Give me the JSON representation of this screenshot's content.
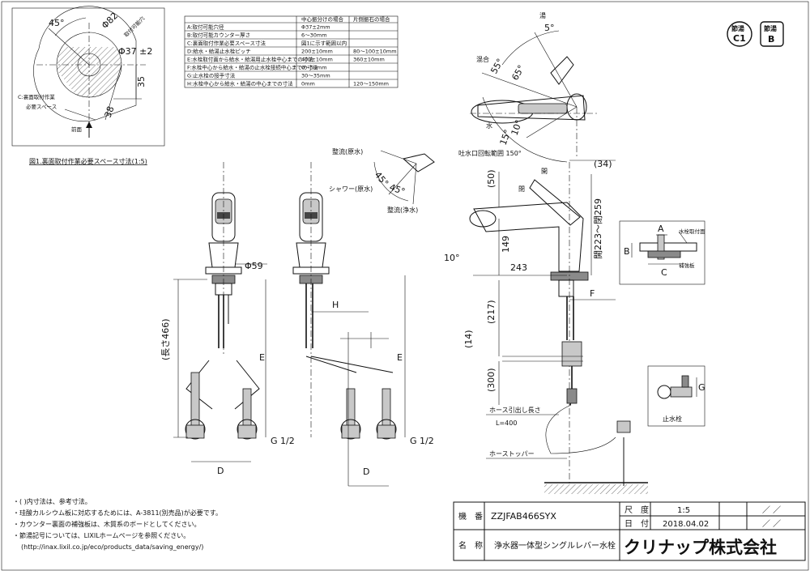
{
  "badges": {
    "top_left_a": "節湯",
    "bottom_a": "C1",
    "top_left_b": "節湯",
    "bottom_b": "B"
  },
  "hole_detail": {
    "angle": "45°",
    "dia_outer": "Φ82",
    "dia_hole_label": "取付可能穴",
    "dia_hole": "Φ37 ±2",
    "dim_35": "35",
    "dim_38": "38",
    "space_label_1": "C:裏面取付作業",
    "space_label_2": "必要スペース",
    "front": "前面",
    "caption": "図1.裏面取付作業必要スペース寸法(1:5)"
  },
  "spec_table": {
    "headers": [
      "中心振分けの場合",
      "片側振石の場合"
    ],
    "rows": [
      {
        "label": "A:取付可能穴径",
        "v1": "Φ37±2mm",
        "v2": ""
      },
      {
        "label": "B:取付可能カウンター厚さ",
        "v1": "6～30mm",
        "v2": ""
      },
      {
        "label": "C:裏面取付作業必要スペース寸法",
        "v1": "図1に示す範囲以内",
        "v2": ""
      },
      {
        "label": "D:給水・給湯止水栓ピッチ",
        "v1": "200±10mm",
        "v2": "80～100±10mm"
      },
      {
        "label": "E:水栓取付面から給水・給湯用止水栓中心までの寸法",
        "v1": "400±10mm",
        "v2": "360±10mm"
      },
      {
        "label": "F:水栓中心から給水・給湯の止水栓接続中心までの寸法",
        "v1": "0～50mm",
        "v2": ""
      },
      {
        "label": "G:止水栓の接手寸法",
        "v1": "30～35mm",
        "v2": ""
      },
      {
        "label": "H:水栓中心から給水・給湯の中心までの寸法",
        "v1": "0mm",
        "v2": "120～150mm"
      }
    ]
  },
  "front_view": {
    "dia": "Φ59",
    "length": "(長さ466)",
    "e": "E",
    "d": "D",
    "g": "G 1/2"
  },
  "side_view": {
    "h": "H",
    "e": "E",
    "d": "D",
    "g": "G 1/2"
  },
  "spray_detail": {
    "a1": "整流(原水)",
    "a2": "シャワー(原水)",
    "a3": "整流(浄水)",
    "ang1": "45°",
    "ang2": "45°"
  },
  "top_view": {
    "hot": "湯",
    "a5": "5°",
    "mix": "混合",
    "a55": "55°",
    "a65": "65°",
    "cold": "水",
    "a10": "10°",
    "a15": "15°",
    "spout_range": "吐水口回転範囲 150°"
  },
  "profile_view": {
    "d34": "(34)",
    "open1": "開",
    "close": "閉",
    "d50": "(50)",
    "d149": "149",
    "d243": "243",
    "d223": "開223～閉259",
    "a10": "10°",
    "d217": "(217)",
    "d14": "(14)",
    "d300": "(300)",
    "f": "F",
    "hose_len_1": "ホース引出し長さ",
    "hose_len_2": "L=400",
    "stopper": "ホーストッパー"
  },
  "mount_detail": {
    "a": "A",
    "b": "B",
    "c": "C",
    "face": "水栓取付面",
    "board": "補強板"
  },
  "valve_detail": {
    "g": "G",
    "label": "止水栓"
  },
  "notes": [
    "・( )内寸法は、参考寸法。",
    "・珪酸カルシウム板に対応するためには、A-3811(別売品)が必要です。",
    "・カウンター裏面の補強板は、木質系のボードとしてください。",
    "・節湯記号については、LIXILホームページを参照ください。",
    "(http://inax.lixil.co.jp/eco/products_data/saving_energy/)"
  ],
  "title_block": {
    "model_label": "機　番",
    "model": "ZZJFAB466SYX",
    "scale_label": "尺　度",
    "scale": "1:5",
    "date_label": "日　付",
    "date": "2018.04.02",
    "name_label": "名　称",
    "name": "浄水器一体型シングルレバー水栓",
    "company": "クリナップ株式会社",
    "slash": "／ ／"
  }
}
